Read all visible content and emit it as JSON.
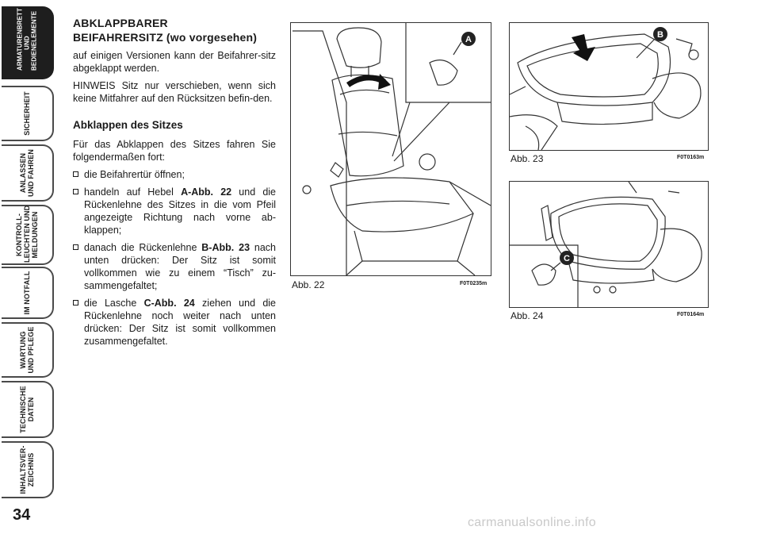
{
  "tabs": [
    {
      "label": "ARMATURENBRETT\nUND\nBEDIENELEMENTE",
      "active": true
    },
    {
      "label": "SICHERHEIT",
      "active": false
    },
    {
      "label": "ANLASSEN\nUND FAHREN",
      "active": false
    },
    {
      "label": "KONTROLL-\nLEUCHTEN UND\nMELDUNGEN",
      "active": false
    },
    {
      "label": "IM NOTFALL",
      "active": false
    },
    {
      "label": "WARTUNG\nUND PFLEGE",
      "active": false
    },
    {
      "label": "TECHNISCHE\nDATEN",
      "active": false
    },
    {
      "label": "INHALTSVER-\nZEICHNIS",
      "active": false
    }
  ],
  "page_number": "34",
  "content": {
    "title_line1": "ABKLAPPBARER",
    "title_line2": "BEIFAHRERSITZ (wo vorgesehen)",
    "intro": "auf einigen Versionen kann der Beifahrer-sitz abgeklappt werden.",
    "note": "HINWEIS Sitz nur verschieben, wenn sich keine Mitfahrer auf den Rücksitzen befin-den.",
    "subheading": "Abklappen des Sitzes",
    "procedure_intro": "Für das Abklappen des Sitzes fahren Sie folgendermaßen fort:",
    "step1": "die Beifahrertür öffnen;",
    "step2_a": "handeln auf Hebel ",
    "step2_ref": "A-Abb. 22",
    "step2_b": " und die Rückenlehne des Sitzes in die vom Pfeil angezeigte Richtung nach vorne ab-klappen;",
    "step3_a": "danach die Rückenlehne ",
    "step3_ref": "B-Abb. 23",
    "step3_b": " nach unten drücken: Der Sitz ist somit vollkommen wie zu einem “Tisch” zu-sammengefaltet;",
    "step4_a": "die Lasche ",
    "step4_ref": "C-Abb. 24",
    "step4_b": " ziehen und die Rückenlehne noch weiter nach unten drücken: Der Sitz ist somit vollkommen zusammengefaltet."
  },
  "figures": {
    "fig22": {
      "caption": "Abb. 22",
      "code": "F0T0235m",
      "marker": "A"
    },
    "fig23": {
      "caption": "Abb. 23",
      "code": "F0T0163m",
      "marker": "B"
    },
    "fig24": {
      "caption": "Abb. 24",
      "code": "F0T0164m",
      "marker": "C"
    }
  },
  "watermark": "carmanualsonline.info"
}
